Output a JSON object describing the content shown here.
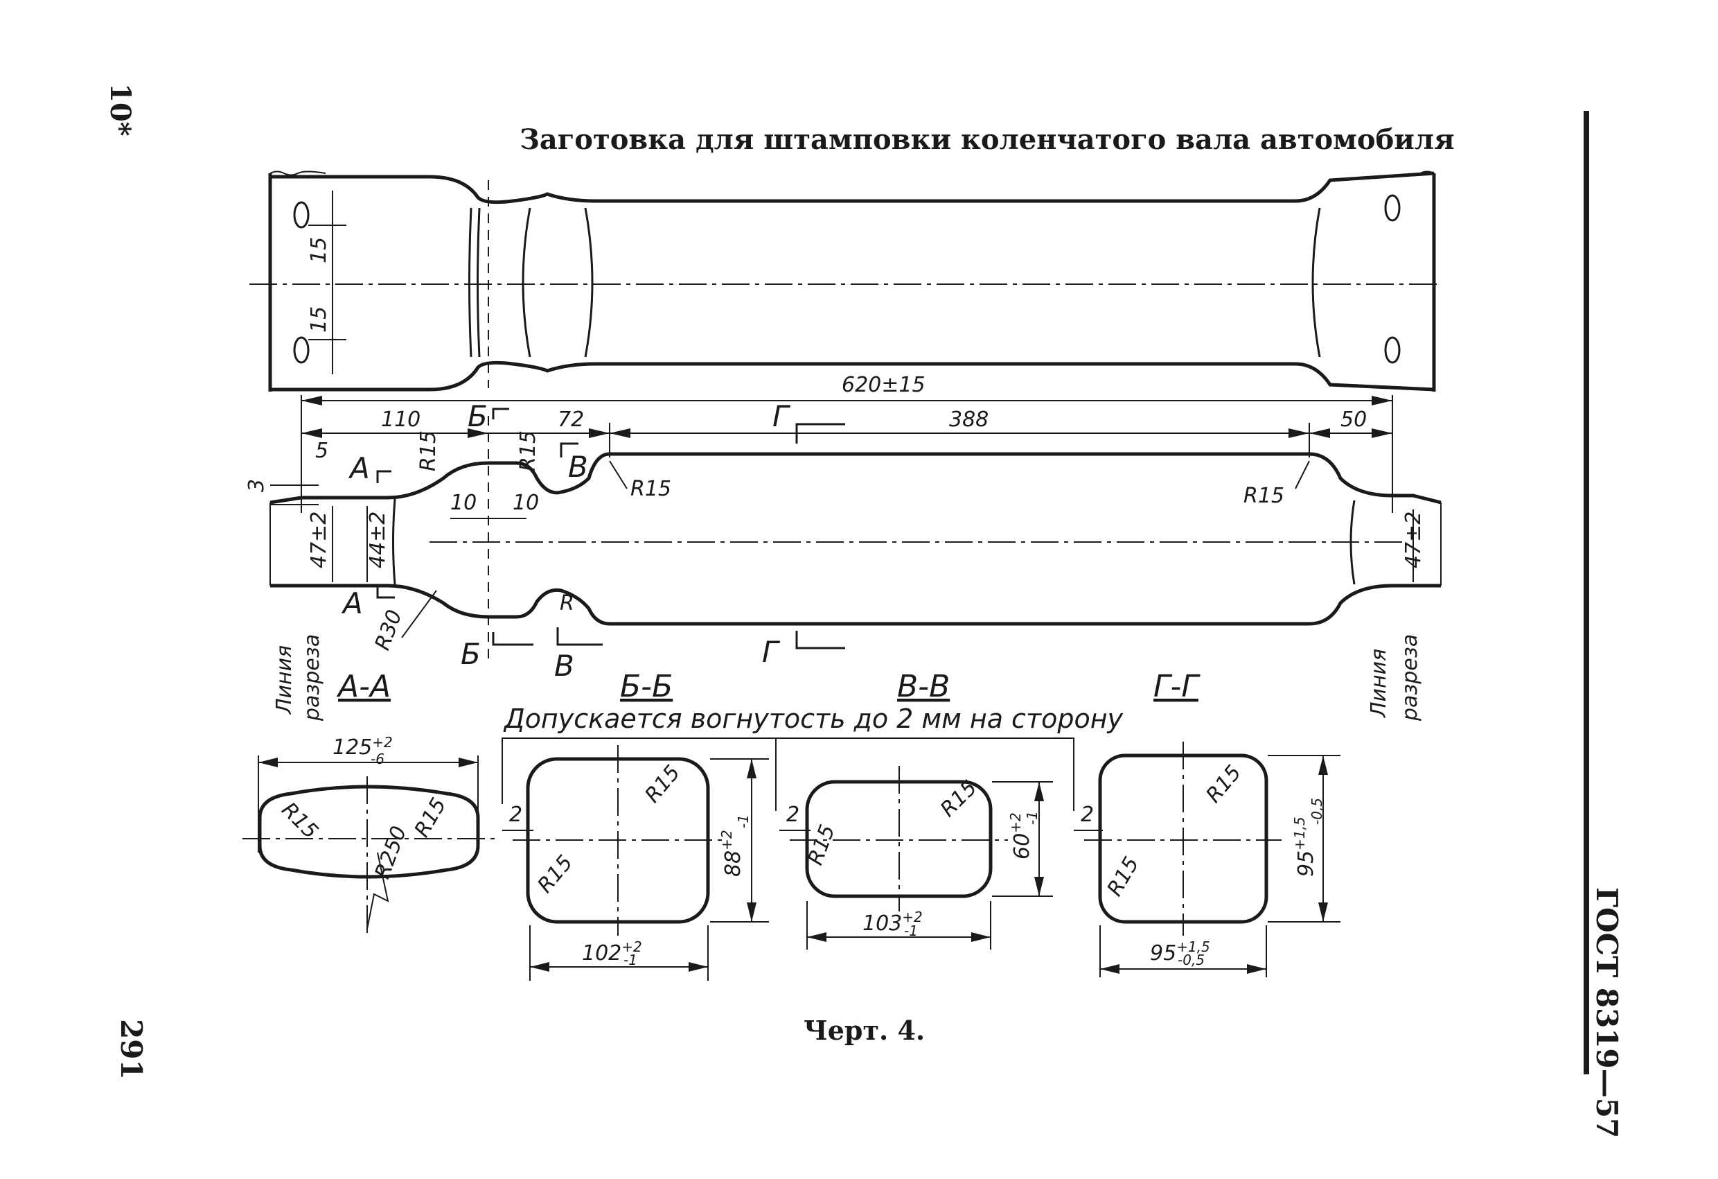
{
  "page": {
    "corner_mark": "10*",
    "title": "Заготовка для штамповки коленчатого вала автомобиля",
    "page_number": "291",
    "standard": "ГОСТ 8319—57",
    "caption": "Черт. 4."
  },
  "plan_view": {
    "overall_length": "620±15",
    "hole_offset_top": "15",
    "hole_offset_bottom": "15"
  },
  "side_view": {
    "dim_110": "110",
    "dim_72": "72",
    "dim_388": "388",
    "dim_50": "50",
    "dim_5": "5",
    "dim_3": "3",
    "dim_47_left": "47±2",
    "dim_44": "44±2",
    "dim_47_right": "47±2",
    "dim_10_left": "10",
    "dim_10_right": "10",
    "r15_a": "R15",
    "r15_b": "R15",
    "r15_c": "R15",
    "r15_d": "R15",
    "r30": "R30",
    "r_small": "R",
    "sec_a_top": "A",
    "sec_a_bottom": "A",
    "sec_b_top": "Б",
    "sec_b_bottom": "Б",
    "sec_v_top": "В",
    "sec_v_bottom": "В",
    "sec_g_top": "Г",
    "sec_g_bottom": "Г",
    "cut_line_left": [
      "Линия",
      "разреза"
    ],
    "cut_line_right": [
      "Линия",
      "разреза"
    ]
  },
  "sections": {
    "note": "Допускается вогнутость до 2 мм на сторону",
    "aa": {
      "label": "А-А",
      "width_nominal": "125",
      "width_plus": "+2",
      "width_minus": "-6",
      "r15_left": "R15",
      "r250": "R250",
      "r15_right": "R15"
    },
    "bb": {
      "label": "Б-Б",
      "width_nominal": "102",
      "width_plus": "+2",
      "width_minus": "-1",
      "height_nominal": "88",
      "height_plus": "+2",
      "height_minus": "-1",
      "r15_top": "R15",
      "r15_bottom": "R15",
      "concavity": "2"
    },
    "vv": {
      "label": "В-В",
      "width_nominal": "103",
      "width_plus": "+2",
      "width_minus": "-1",
      "height_nominal": "60",
      "height_plus": "+2",
      "height_minus": "-1",
      "r15_top": "R15",
      "r15_bottom": "R15",
      "concavity": "2"
    },
    "gg": {
      "label": "Г-Г",
      "width_nominal": "95",
      "width_plus": "+1,5",
      "width_minus": "-0,5",
      "height_nominal": "95",
      "height_plus": "+1,5",
      "height_minus": "-0,5",
      "r15_top": "R15",
      "r15_bottom": "R15",
      "concavity": "2"
    }
  }
}
